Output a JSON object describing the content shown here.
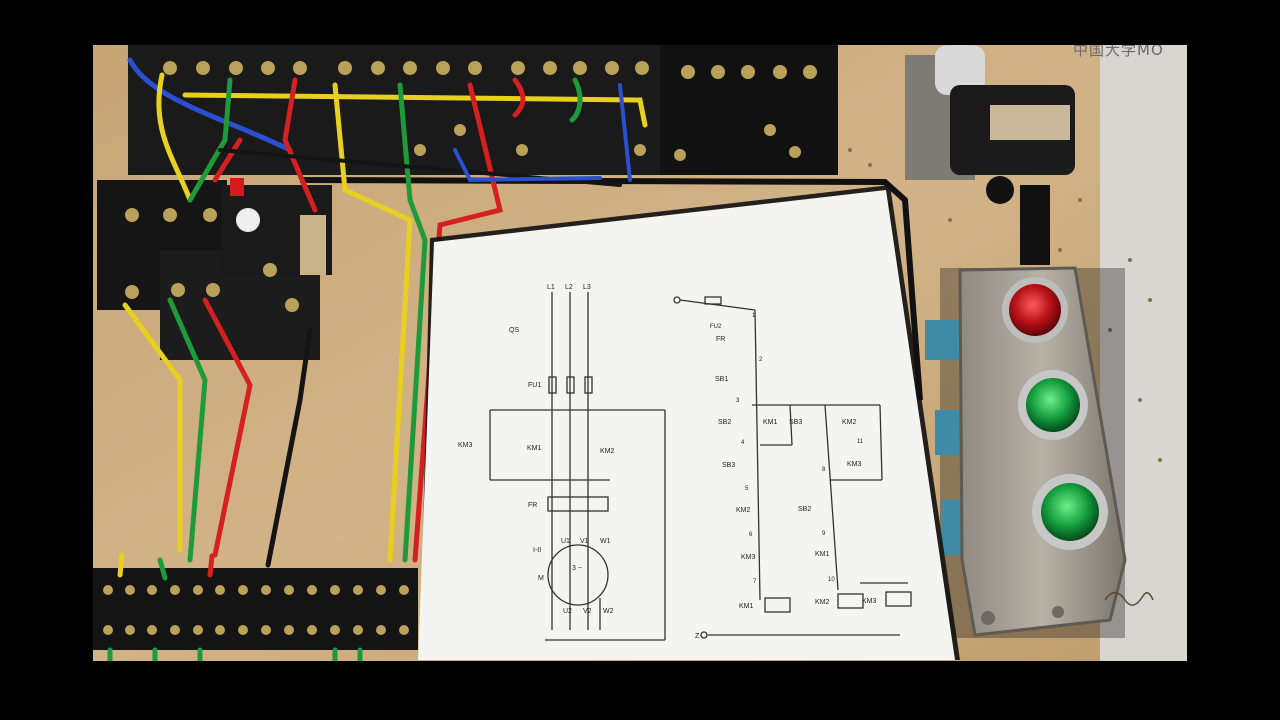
{
  "watermark": "中国大学MO",
  "schematic": {
    "power": {
      "phases": [
        "L1",
        "L2",
        "L3"
      ],
      "switch": "QS",
      "fuse": "FU1",
      "contactors": [
        "KM3",
        "KM1",
        "KM2"
      ],
      "overload": "FR",
      "motor": {
        "label": "M",
        "symbol": "3 ~",
        "mark": "I-II",
        "top_terminals": [
          "U1",
          "V1",
          "W1"
        ],
        "bottom_terminals": [
          "U2",
          "V2",
          "W2"
        ]
      }
    },
    "control": {
      "fuse": "FU2",
      "overload_contact": "FR",
      "stop_button": "SB1",
      "buttons": [
        "SB2",
        "SB3",
        "SB2"
      ],
      "contacts": [
        "KM1",
        "KM3",
        "KM2",
        "KM3",
        "KM2",
        "KM1",
        "KM2"
      ],
      "coils": [
        "KM1",
        "KM2",
        "KM3"
      ],
      "node_numbers": [
        "1",
        "2",
        "3",
        "4",
        "5",
        "6",
        "7",
        "8",
        "9",
        "10",
        "11"
      ],
      "terminal_label": "Z"
    }
  },
  "panel_lights": [
    {
      "color_name": "red",
      "color": "#c0141a"
    },
    {
      "color_name": "green",
      "color": "#1ea040"
    },
    {
      "color_name": "green",
      "color": "#148a38"
    }
  ],
  "colors": {
    "board": "#c9a878",
    "wire_red": "#d42020",
    "wire_yellow": "#e8d020",
    "wire_green": "#1f9a3a",
    "wire_blue": "#2a4fcf",
    "wire_black": "#141414"
  }
}
